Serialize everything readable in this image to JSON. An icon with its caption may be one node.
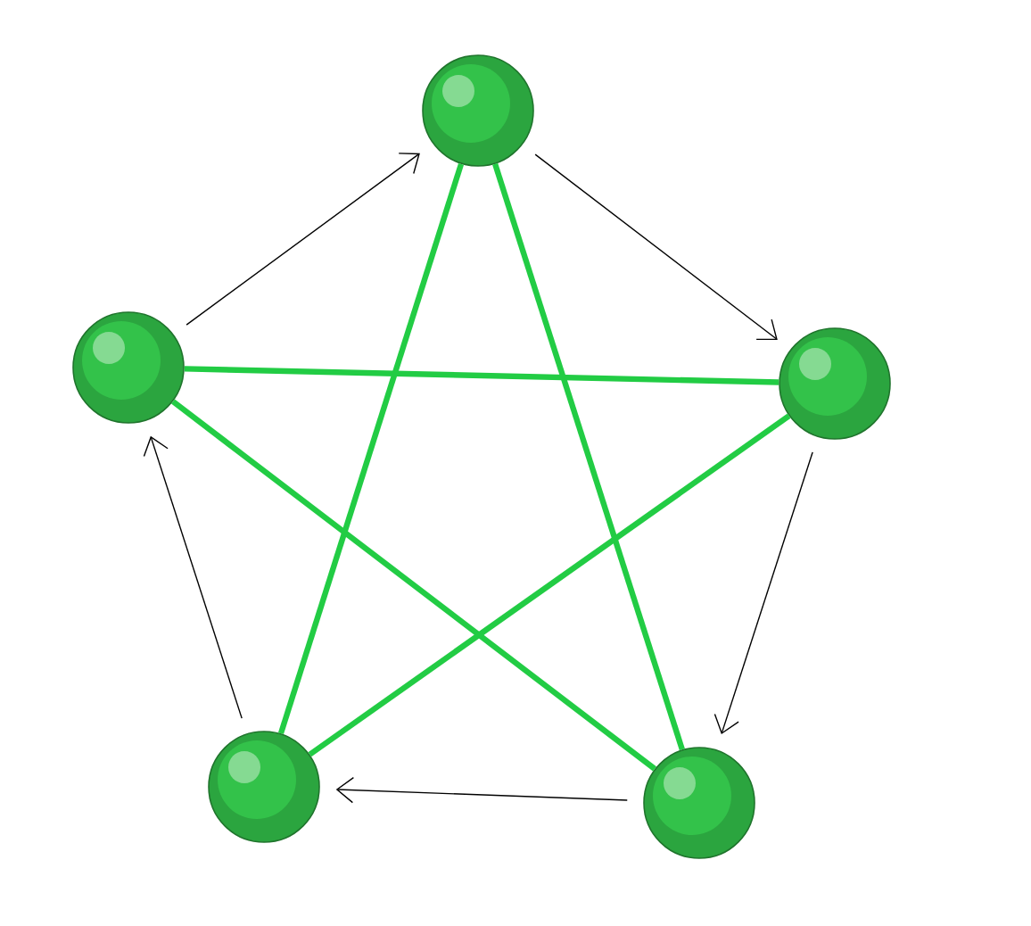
{
  "diagram": {
    "nodes": [
      {
        "text": [],
        "shape": "circle"
      },
      {
        "text": [],
        "shape": "circle"
      },
      {
        "text": [],
        "shape": "circle"
      },
      {
        "text": [],
        "shape": "circle"
      },
      {
        "text": [],
        "shape": "circle"
      }
    ],
    "edges": [
      {
        "from": 1,
        "to": 0,
        "arrow": "to"
      },
      {
        "from": 0,
        "to": 2,
        "arrow": "to"
      },
      {
        "from": 2,
        "to": 4,
        "arrow": "to"
      },
      {
        "from": 4,
        "to": 3,
        "arrow": "to"
      },
      {
        "from": 3,
        "to": 1,
        "arrow": "to"
      },
      {
        "from": 0,
        "to": 3,
        "arrow": "none",
        "style": "thick",
        "color": "#22cc44"
      },
      {
        "from": 0,
        "to": 4,
        "arrow": "none",
        "style": "thick",
        "color": "#22cc44"
      },
      {
        "from": 1,
        "to": 2,
        "arrow": "none",
        "style": "thick",
        "color": "#22cc44"
      },
      {
        "from": 1,
        "to": 4,
        "arrow": "none",
        "style": "thick",
        "color": "#22cc44"
      },
      {
        "from": 2,
        "to": 3,
        "arrow": "none",
        "style": "thick",
        "color": "#22cc44"
      }
    ]
  }
}
